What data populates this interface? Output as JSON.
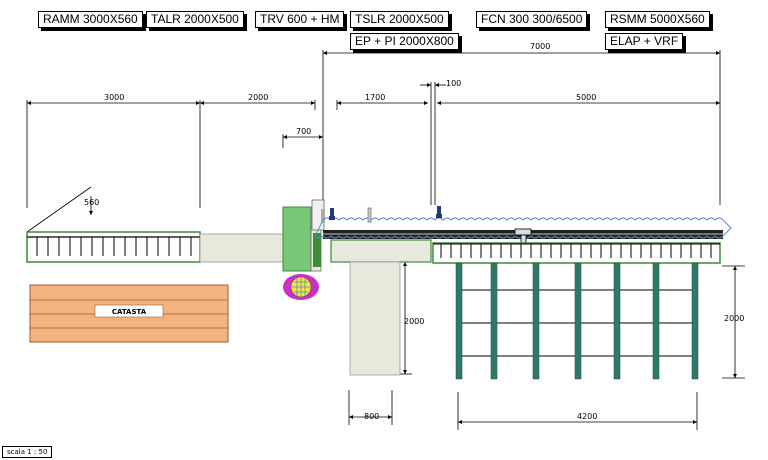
{
  "labels": {
    "ramm": "RAMM 3000X560",
    "talr": "TALR 2000X500",
    "trv": "TRV 600 + HM",
    "tslr": "TSLR 2000X500",
    "ep": "EP + PI 2000X800",
    "fcn": "FCN 300 300/6500",
    "rsmm": "RSMM 5000X560",
    "elap": "ELAP + VRF"
  },
  "dimensions": {
    "d7000": "7000",
    "d3000": "3000",
    "d2000_top": "2000",
    "d1700": "1700",
    "d100": "100",
    "d5000": "5000",
    "d700": "700",
    "d560": "560",
    "d2000_vert_left": "2000",
    "d2000_vert_right": "2000",
    "d800": "800",
    "d4200": "4200"
  },
  "catasta": "CATASTA",
  "scale": "scala  1 : 50",
  "colors": {
    "green": "#3c8c3c",
    "light_green": "#78c878",
    "beige": "#e8e8dc",
    "orange": "#f4b482",
    "teal": "#2e7a6a",
    "blue": "#5a8ad0"
  }
}
